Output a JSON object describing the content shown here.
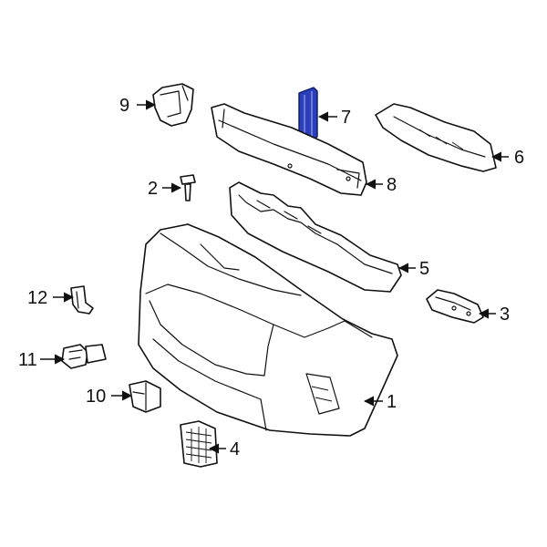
{
  "colors": {
    "line": "#111111",
    "highlight": "#2a3fb8",
    "background": "#ffffff"
  },
  "callouts": {
    "c1": "1",
    "c2": "2",
    "c3": "3",
    "c4": "4",
    "c5": "5",
    "c6": "6",
    "c7": "7",
    "c8": "8",
    "c9": "9",
    "c10": "10",
    "c11": "11",
    "c12": "12"
  },
  "highlighted_part": "7"
}
